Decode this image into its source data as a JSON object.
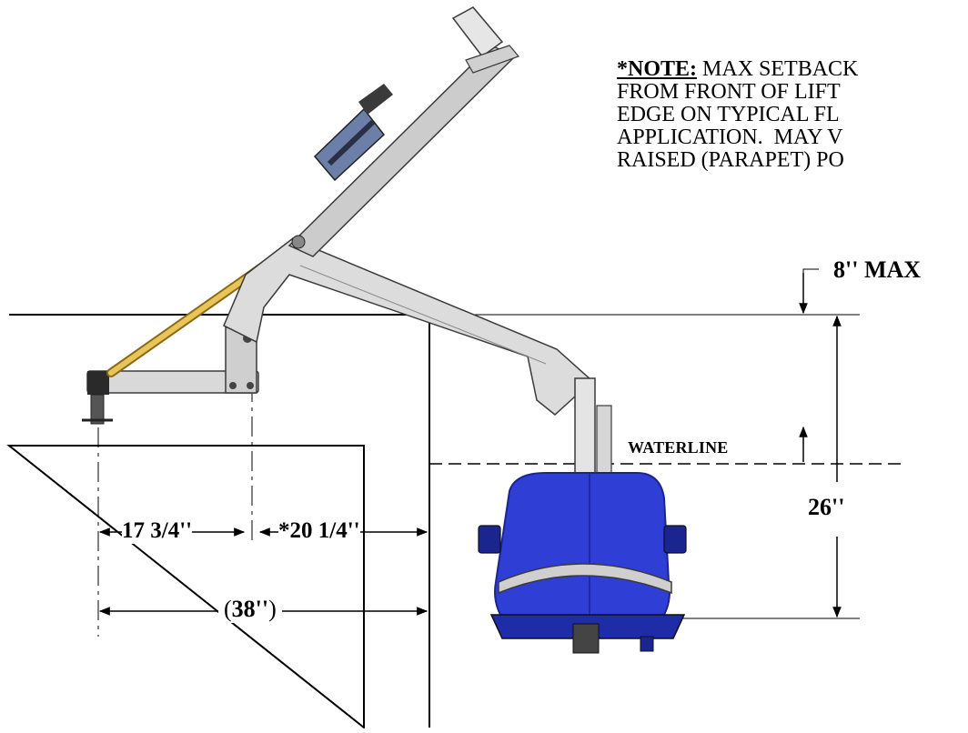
{
  "note": {
    "lead": "*NOTE:",
    "lines": [
      " MAX SETBACK",
      "FROM FRONT OF LIFT",
      "EDGE ON TYPICAL FL",
      "APPLICATION.  MAY V",
      "RAISED (PARAPET) PO"
    ]
  },
  "dimensions": {
    "max_above_water": "8'' MAX",
    "waterline": "WATERLINE",
    "seat_depth": "26''",
    "anchor_to_pivot": "17 3/4''",
    "pivot_to_edge": "*20 1/4''",
    "total_setback": "38''"
  },
  "colors": {
    "frame": "#d9d9d9",
    "frame_stroke": "#3a3a3a",
    "actuator_rod": "#e8c45a",
    "seat": "#2f3fd6",
    "seat_dark": "#1a2590",
    "deck": "#ffffff"
  }
}
